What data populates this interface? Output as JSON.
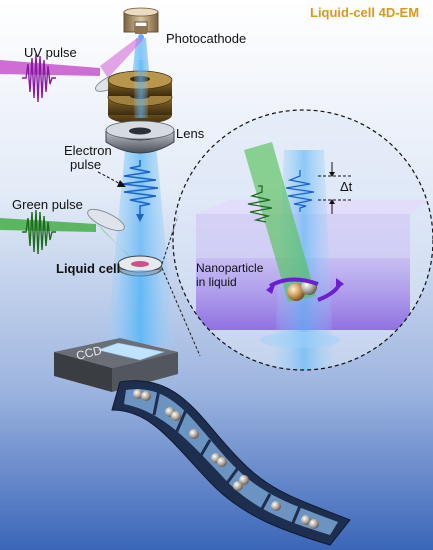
{
  "title": "Liquid-cell 4D-EM",
  "labels": {
    "photocathode": "Photocathode",
    "uv_pulse": "UV pulse",
    "lens": "Lens",
    "electron_pulse_line1": "Electron",
    "electron_pulse_line2": "pulse",
    "green_pulse": "Green pulse",
    "liquid_cell": "Liquid cell",
    "nanoparticle_line1": "Nanoparticle",
    "nanoparticle_line2": "in liquid",
    "delta_t": "Δt",
    "ccd": "CCD"
  },
  "colors": {
    "title": "#d99a1a",
    "electron_beam": "#4aa8ef",
    "uv_beam": "#c040c8",
    "green_beam": "#3caa3c",
    "liquid": "#a58be6",
    "lens": "#6b5020",
    "background_top": "#ffffff",
    "background_bottom": "#3a66b8"
  },
  "icons": [
    "photocathode-icon",
    "lens-icon",
    "liquid-cell-icon",
    "ccd-icon",
    "film-strip-icon",
    "nanoparticle-icon"
  ]
}
